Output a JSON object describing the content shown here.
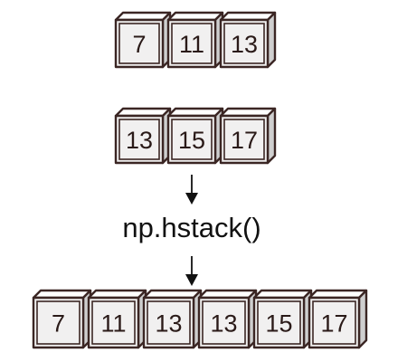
{
  "array_a": [
    "7",
    "11",
    "13"
  ],
  "array_b": [
    "13",
    "15",
    "17"
  ],
  "operation": "np.hstack()",
  "result": [
    "7",
    "11",
    "13",
    "13",
    "15",
    "17"
  ],
  "colors": {
    "outline": "#3b2624",
    "front_face": "#f1f0f0",
    "side_face": "#cfcfcf",
    "top_face": "#ffffff",
    "text": "#2a1a18"
  }
}
